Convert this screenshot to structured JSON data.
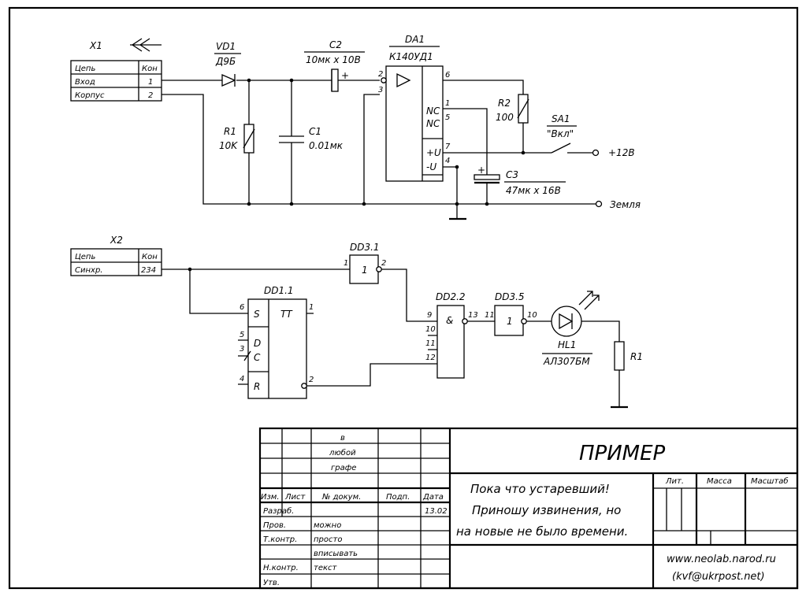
{
  "x1": {
    "ref": "X1",
    "headers": [
      "Цепь",
      "Кон"
    ],
    "rows": [
      [
        "Вход",
        "1"
      ],
      [
        "Корпус",
        "2"
      ]
    ]
  },
  "x2": {
    "ref": "X2",
    "headers": [
      "Цепь",
      "Кон"
    ],
    "rows": [
      [
        "Синхр.",
        "234"
      ]
    ]
  },
  "vd1": {
    "ref": "VD1",
    "type": "Д9Б"
  },
  "c2": {
    "ref": "C2",
    "value": "10мк х 10В",
    "plus": "+"
  },
  "da1": {
    "ref": "DA1",
    "type": "К140УД1",
    "pins": {
      "in_inv": "2",
      "in_noninv": "3",
      "out": "6",
      "nc1": "1",
      "nc2": "5",
      "vplus": "7",
      "vminus": "4"
    },
    "labels": {
      "nc1": "NC",
      "nc2": "NC",
      "vplus": "+U",
      "vminus": "-U"
    }
  },
  "r1_top": {
    "ref": "R1",
    "value": "10K"
  },
  "c1": {
    "ref": "C1",
    "value": "0.01мк"
  },
  "r2": {
    "ref": "R2",
    "value": "100"
  },
  "sa1": {
    "ref": "SA1",
    "label": "\"Вкл\""
  },
  "c3": {
    "ref": "C3",
    "value": "47мк х 16В",
    "plus": "+"
  },
  "nets": {
    "vplus": "+12В",
    "ground": "Земля"
  },
  "dd3_1": {
    "ref": "DD3.1",
    "symbol": "1",
    "pin_in": "1",
    "pin_out": "2"
  },
  "dd1_1": {
    "ref": "DD1.1",
    "symbol": "TT",
    "inputs": [
      {
        "pin": "6",
        "label": "S"
      },
      {
        "pin": "5",
        "label": "D"
      },
      {
        "pin": "3",
        "label": "C"
      },
      {
        "pin": "4",
        "label": "R"
      }
    ],
    "out1": "1",
    "out2": "2"
  },
  "dd2_2": {
    "ref": "DD2.2",
    "symbol": "&",
    "pins_in": [
      "9",
      "10",
      "11",
      "12"
    ],
    "pin_out": "13"
  },
  "dd3_5": {
    "ref": "DD3.5",
    "symbol": "1",
    "pin_in": "11",
    "pin_out": "10"
  },
  "hl1": {
    "ref": "HL1",
    "type": "АЛ307БМ"
  },
  "r1_bottom": {
    "ref": "R1"
  },
  "title_block": {
    "change_rows": [
      "в",
      "любой",
      "графе"
    ],
    "headers": [
      "Изм.",
      "Лист",
      "№ докум.",
      "Подп.",
      "Дата"
    ],
    "roles": [
      "Разраб.",
      "Пров.",
      "Т.контр.",
      "",
      "Н.контр.",
      "Утв."
    ],
    "doc_lines": [
      "",
      "можно",
      "просто",
      "вписывать",
      "текст",
      ""
    ],
    "date": "13.02",
    "title": "ПРИМЕР",
    "description": [
      "Пока что устаревший!",
      "Приношу извинения, но",
      "на новые не было времени."
    ],
    "col_headers": [
      "Лит.",
      "Масса",
      "Масштаб"
    ],
    "contact": [
      "www.neolab.narod.ru",
      "(kvf@ukrpost.net)"
    ]
  }
}
